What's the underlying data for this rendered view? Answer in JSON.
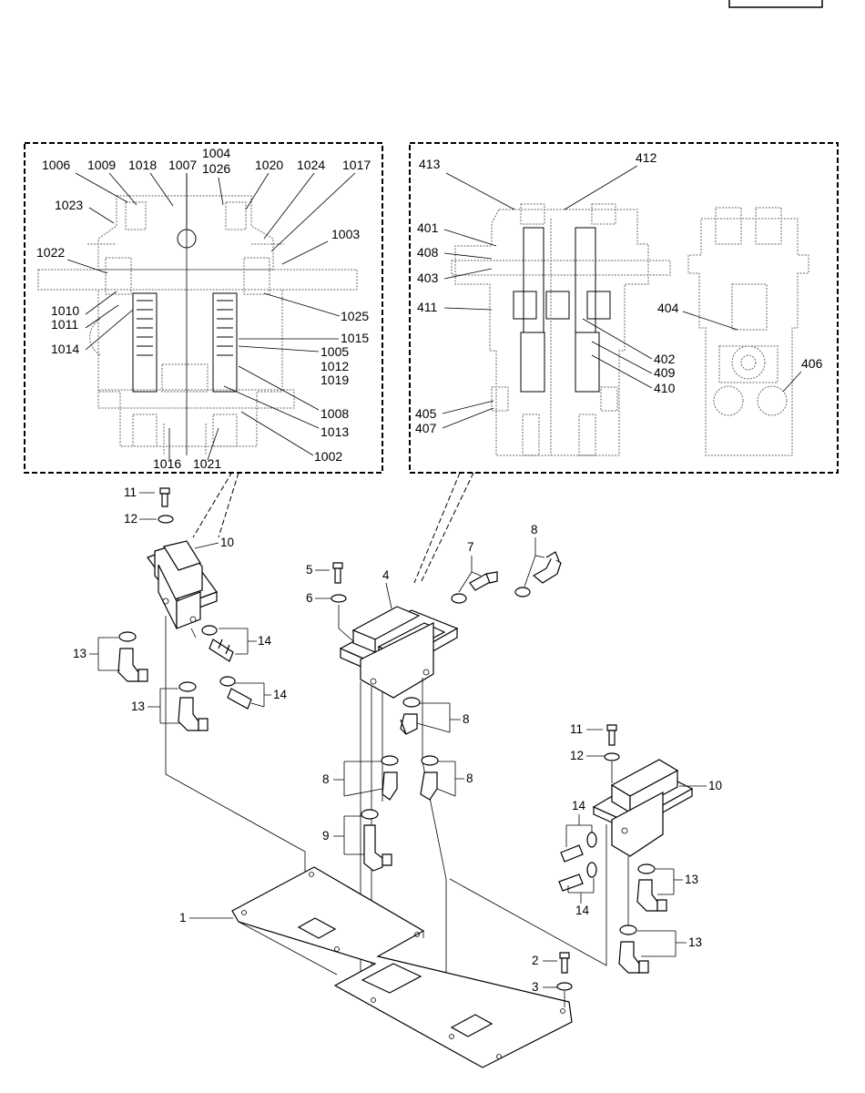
{
  "detail_left": {
    "labels": [
      "1006",
      "1009",
      "1018",
      "1007",
      "1004",
      "1026",
      "1020",
      "1024",
      "1017",
      "1023",
      "1022",
      "1003",
      "1010",
      "1011",
      "1025",
      "1014",
      "1015",
      "1005",
      "1012",
      "1019",
      "1008",
      "1013",
      "1002",
      "1016",
      "1021"
    ]
  },
  "detail_right": {
    "labels": [
      "413",
      "412",
      "401",
      "408",
      "403",
      "411",
      "404",
      "402",
      "409",
      "410",
      "406",
      "405",
      "407"
    ]
  },
  "main_labels": [
    "11",
    "12",
    "10",
    "13",
    "14",
    "14",
    "13",
    "5",
    "6",
    "4",
    "7",
    "8",
    "8",
    "8",
    "8",
    "9",
    "11",
    "12",
    "10",
    "14",
    "13",
    "14",
    "13",
    "1",
    "2",
    "3"
  ]
}
